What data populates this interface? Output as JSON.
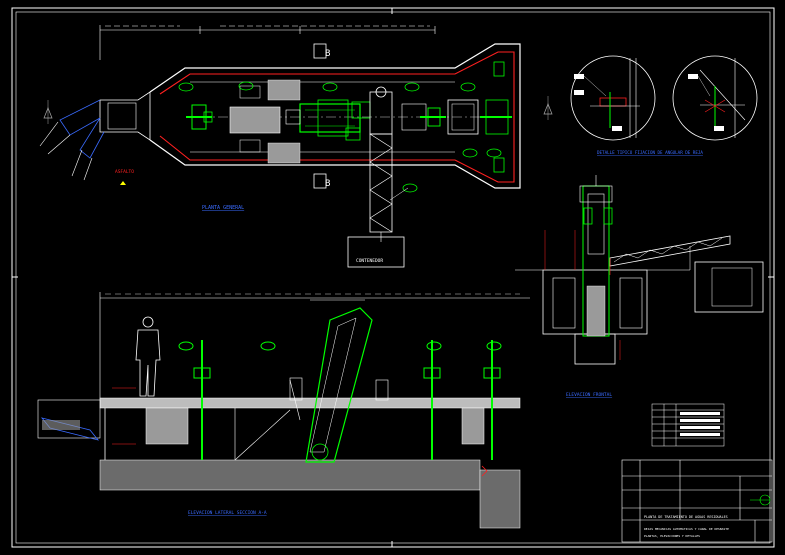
{
  "drawing": {
    "background": "#000000",
    "colors": {
      "white": "#ffffff",
      "green": "#00ff00",
      "red": "#ff2020",
      "blue": "#3a6bff",
      "yellow": "#ffff00",
      "gray": "#9a9a9a",
      "lightgray": "#d0d0d0",
      "cyan": "#00ffff"
    }
  },
  "labels": {
    "section_mark_b": "B",
    "asfalto": "ASFALTO",
    "contenedor": "CONTENEDOR",
    "title_planta": "PLANTA GENERAL",
    "title_detalle": "DETALLE TIPICO FIJACION DE ANGULAR DE REJA",
    "title_frontal": "ELEVACION FRONTAL",
    "title_lateral": "ELEVACION LATERAL SECCION A-A",
    "title_block_project": "PLANTA DE TRATAMIENTO DE AGUAS RESIDUALES",
    "title_block_line1": "REJAS MECANICAS AUTOMATICAS Y CANAL DE DESBASTE",
    "title_block_line2": "PLANTAS, ELEVACIONES Y DETALLES"
  }
}
